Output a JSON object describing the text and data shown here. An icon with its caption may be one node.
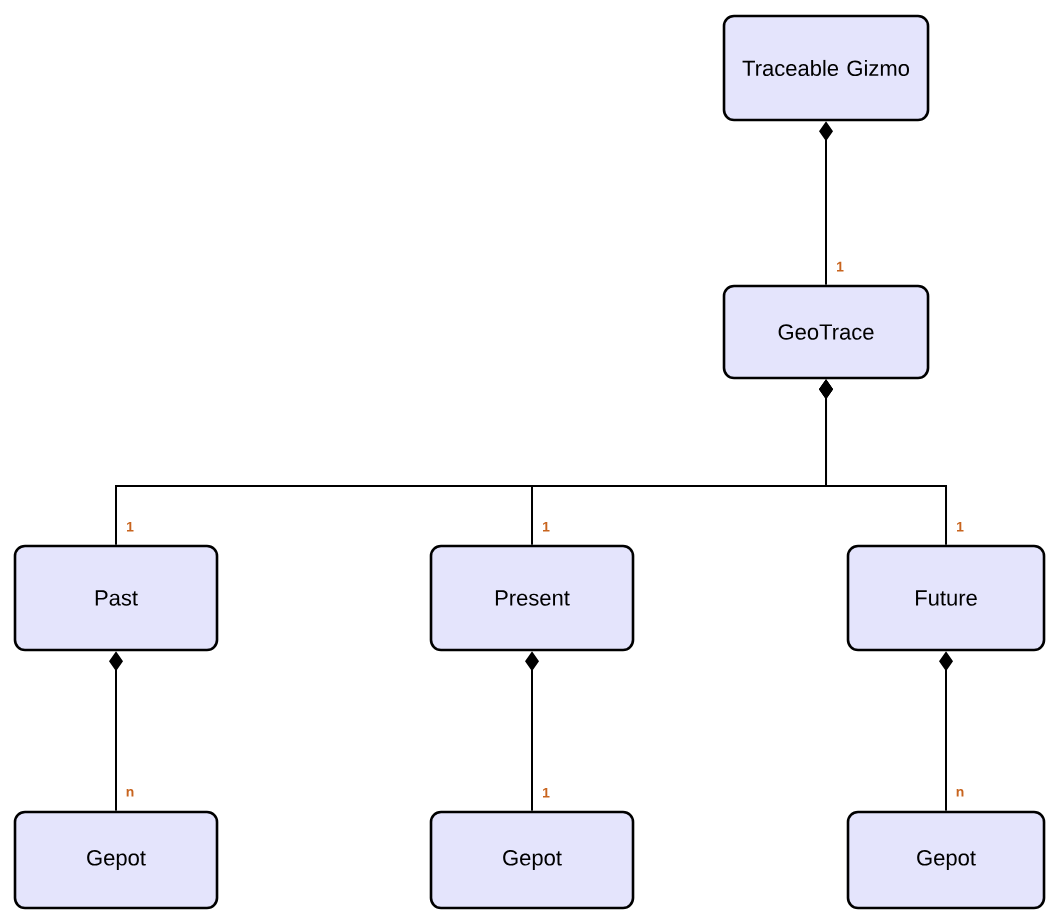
{
  "diagram": {
    "nodes": [
      {
        "text": [
          "Traceable Gizmo"
        ]
      },
      {
        "text": [
          "GeoTrace"
        ]
      },
      {
        "text": [
          "Past"
        ]
      },
      {
        "text": [
          "Present"
        ]
      },
      {
        "text": [
          "Future"
        ]
      },
      {
        "text": [
          "Gepot"
        ]
      },
      {
        "text": [
          "Gepot"
        ]
      },
      {
        "text": [
          "Gepot"
        ]
      }
    ],
    "edges": [
      {
        "from": 0,
        "to": 1,
        "arrow": "other",
        "label": "1"
      },
      {
        "from": 1,
        "to": 2,
        "arrow": "other",
        "label": "1"
      },
      {
        "from": 1,
        "to": 3,
        "arrow": "other",
        "label": "1"
      },
      {
        "from": 1,
        "to": 4,
        "arrow": "other",
        "label": "1"
      },
      {
        "from": 2,
        "to": 5,
        "arrow": "other",
        "label": "n"
      },
      {
        "from": 3,
        "to": 6,
        "arrow": "other",
        "label": "1"
      },
      {
        "from": 4,
        "to": 7,
        "arrow": "other",
        "label": "n"
      }
    ]
  }
}
